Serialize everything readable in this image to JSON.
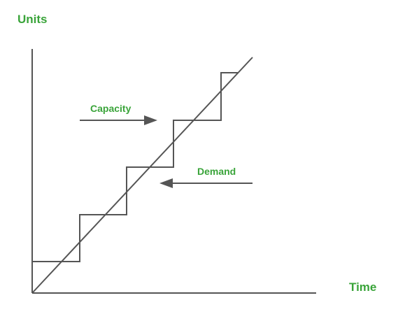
{
  "diagram": {
    "y_axis_label": "Units",
    "x_axis_label": "Time",
    "capacity_label": "Capacity",
    "demand_label": "Demand",
    "colors": {
      "label_green": "#3aa43a",
      "line_gray": "#555555",
      "background": "#ffffff"
    }
  }
}
